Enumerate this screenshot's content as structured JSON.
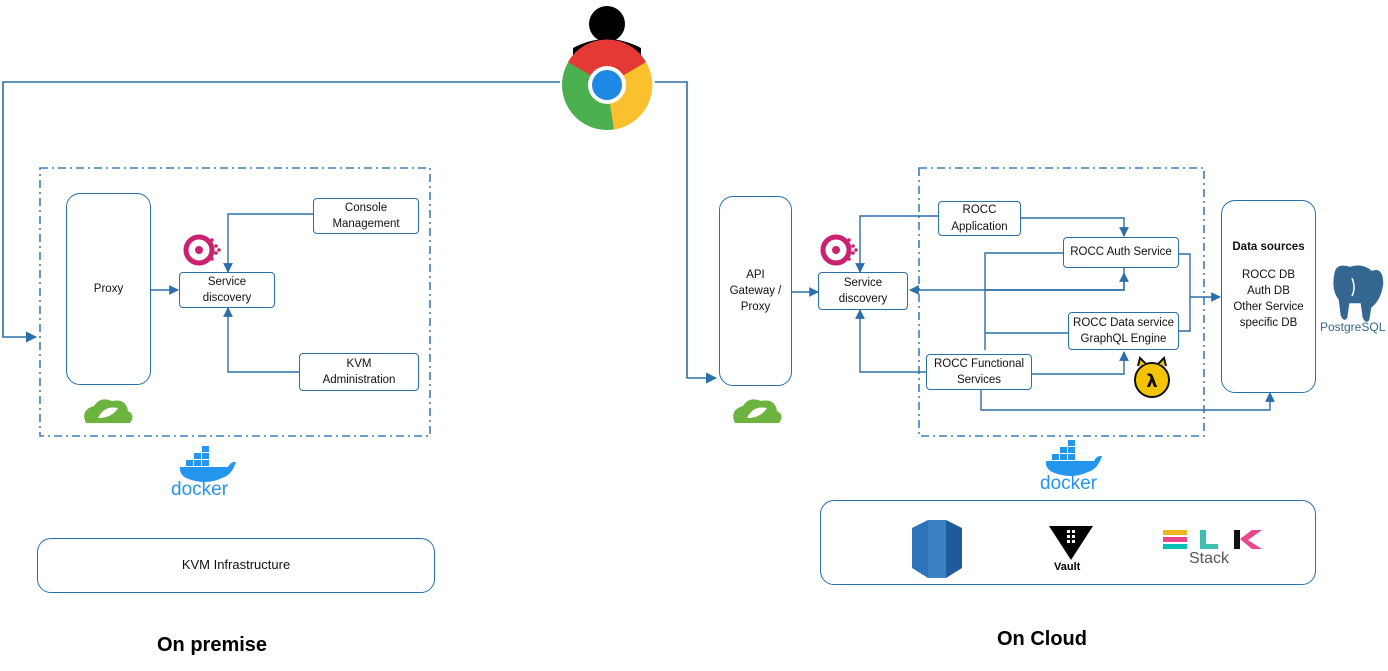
{
  "on_premise": {
    "caption": "On premise",
    "proxy": "Proxy",
    "service_discovery": "Service\ndiscovery",
    "console_management": "Console\nManagement",
    "kvm_administration": "KVM\nAdministration",
    "docker_label": "docker",
    "infrastructure": "KVM Infrastructure"
  },
  "on_cloud": {
    "caption": "On Cloud",
    "api_gateway": "API\nGateway /\nProxy",
    "service_discovery": "Service\ndiscovery",
    "rocc_application": "ROCC\nApplication",
    "rocc_auth_service": "ROCC Auth Service",
    "rocc_data_service": "ROCC Data service\nGraphQL Engine",
    "rocc_functional_services": "ROCC Functional\nServices",
    "data_sources": {
      "title": "Data sources",
      "items": [
        "ROCC DB",
        "Auth DB",
        "Other Service",
        "specific DB"
      ]
    },
    "postgres_label": "PostgreSQL",
    "docker_label": "docker",
    "infra": {
      "vault_label": "Vault",
      "elk_label": "Stack"
    }
  },
  "colors": {
    "line": "#2a6fa8",
    "spring": "#6db33f",
    "docker": "#2496ed",
    "consul": "#ca2171",
    "postgres": "#336791"
  }
}
